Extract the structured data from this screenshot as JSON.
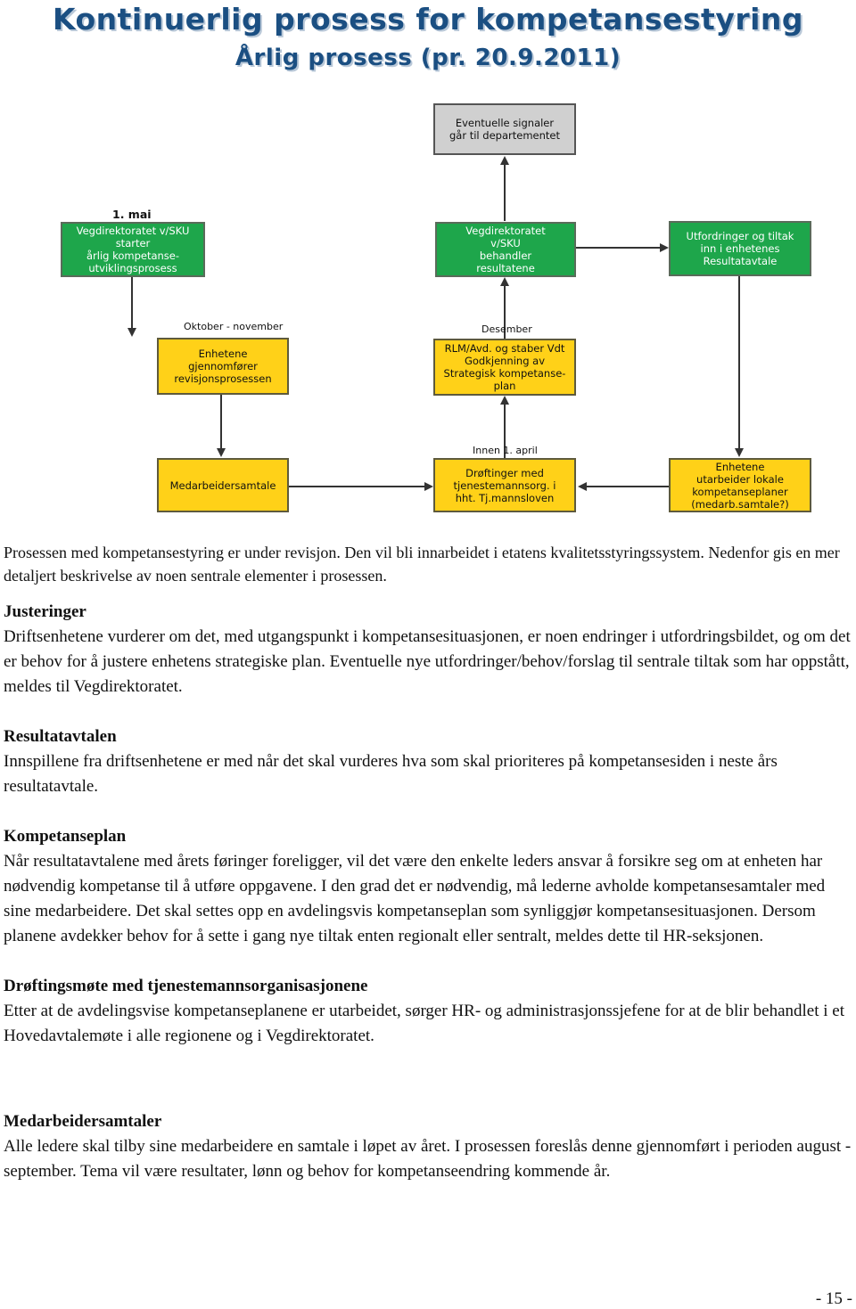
{
  "header": {
    "title": "Kontinuerlig prosess for kompetansestyring",
    "subtitle": "Årlig prosess (pr. 20.9.2011)"
  },
  "diagram": {
    "boxes": {
      "signaler": "Eventuelle signaler\ngår til departementet",
      "vd_starter": "Vegdirektoratet v/SKU\nstarter\nårlig kompetanse-\nutviklingsprosess",
      "vd_behandler": "Vegdirektoratet\nv/SKU\nbehandler\nresultatene",
      "utfordringer": "Utfordringer og tiltak\ninn i enhetenes\nResultatavtale",
      "revisjon": "Enhetene\ngjennomfører\nrevisjonsprosessen",
      "rlm": "RLM/Avd. og staber Vdt\nGodkjenning av\nStrategisk kompetanse-\nplan",
      "medarbeider": "Medarbeidersamtale",
      "droftinger": "Drøftinger med\ntjenestemannsorg. i\nhht. Tj.mannsloven",
      "lokale": "Enhetene\nutarbeider lokale\nkompetanseplaner\n(medarb.samtale?)"
    },
    "labels": {
      "mai": "1. mai",
      "oktober": "Oktober - november",
      "desember": "Desember",
      "april": "Innen 1. april"
    },
    "colors": {
      "green": "#1ea64b",
      "yellow": "#ffd118",
      "gray": "#d0d0d0"
    }
  },
  "body": {
    "intro": "Prosessen med kompetansestyring er under revisjon. Den vil bli innarbeidet i etatens kvalitetsstyringssystem. Nedenfor gis en mer detaljert beskrivelse av noen sentrale elementer i prosessen.",
    "sections": [
      {
        "heading": "Justeringer",
        "text": "Driftsenhetene vurderer om det, med utgangspunkt i kompetansesituasjonen, er noen endringer i utfordringsbildet, og om det er behov for å justere enhetens strategiske plan. Eventuelle nye utfordringer/behov/forslag til sentrale tiltak som har oppstått, meldes til Vegdirektoratet."
      },
      {
        "heading": "Resultatavtalen",
        "text": "Innspillene fra driftsenhetene er med når det skal vurderes hva som skal prioriteres på kompetansesiden i neste års resultatavtale."
      },
      {
        "heading": "Kompetanseplan",
        "text": "Når resultatavtalene med årets føringer foreligger, vil det være den enkelte leders ansvar å forsikre seg om at enheten har nødvendig kompetanse til å utføre oppgavene. I den grad det er nødvendig, må lederne avholde kompetansesamtaler med sine medarbeidere. Det skal settes opp en avdelingsvis kompetanseplan som synliggjør kompetansesituasjonen. Dersom planene avdekker behov for å sette i gang nye tiltak enten regionalt eller sentralt, meldes dette til HR-seksjonen."
      },
      {
        "heading": "Drøftingsmøte med tjenestemannsorganisasjonene",
        "text": "Etter at de avdelingsvise kompetanseplanene er utarbeidet, sørger HR- og administrasjonssjefene for at de blir behandlet i et Hovedavtalemøte i alle regionene og i Vegdirektoratet."
      },
      {
        "heading": "Medarbeidersamtaler",
        "text": "Alle ledere skal tilby sine medarbeidere en samtale i løpet av året. I prosessen foreslås denne gjennomført i perioden august - september. Tema vil være resultater, lønn og behov for kompetanseendring kommende år."
      }
    ]
  },
  "footer": {
    "page_number": "- 15 -"
  }
}
